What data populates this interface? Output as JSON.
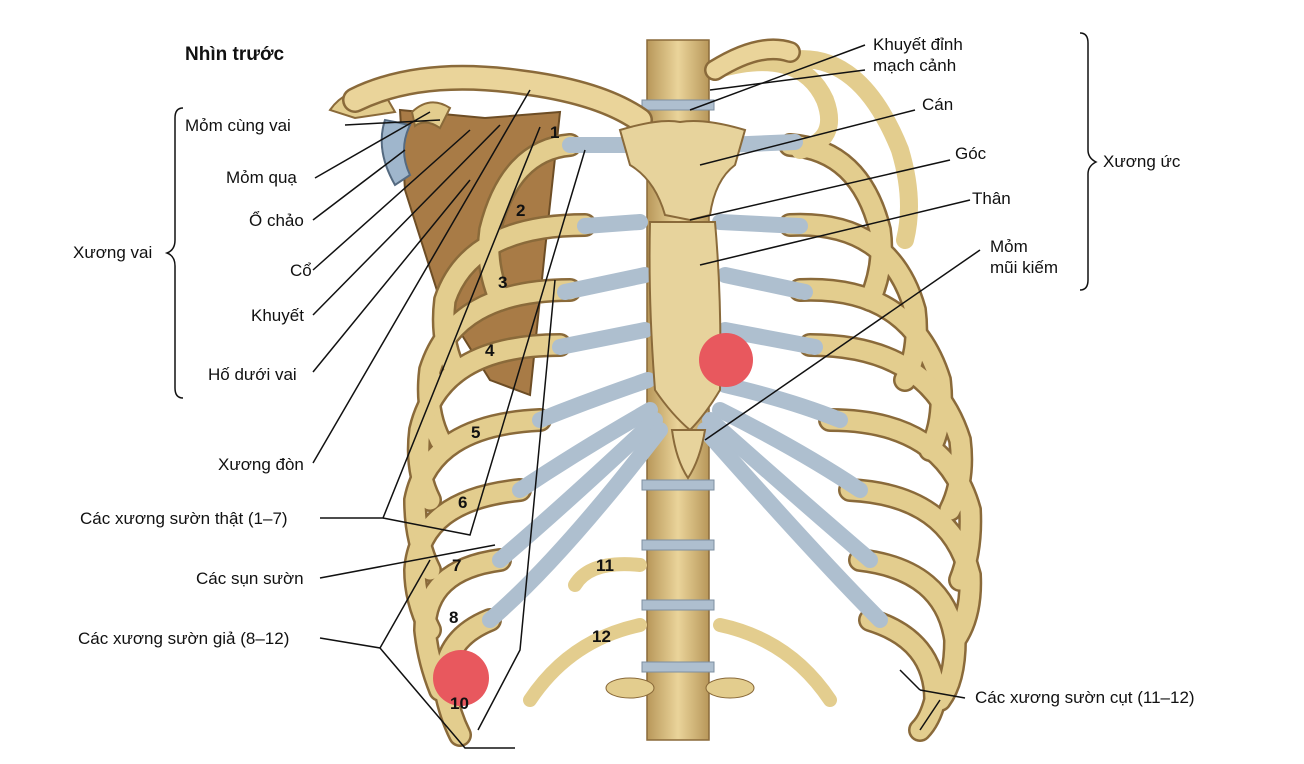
{
  "title": "Nhìn trước",
  "left_labels": {
    "mom_cung_vai": "Mỏm cùng vai",
    "mom_qua": "Mỏm quạ",
    "o_chao": "Ổ chảo",
    "co": "Cổ",
    "khuyet": "Khuyết",
    "ho_duoi_vai": "Hố dưới vai",
    "xuong_vai": "Xương vai",
    "xuong_don": "Xương đòn",
    "suon_that": "Các xương sườn thật (1–7)",
    "sun_suon": "Các sụn sườn",
    "suon_gia": "Các xương sườn giả (8–12)"
  },
  "right_labels": {
    "khuyet_dinh_1": "Khuyết đỉnh",
    "khuyet_dinh_2": "mạch cảnh",
    "can": "Cán",
    "goc": "Góc",
    "than": "Thân",
    "mom_1": "Mỏm",
    "mom_2": "mũi kiếm",
    "xuong_uc": "Xương ức",
    "suon_cut": "Các xương sườn cụt (11–12)"
  },
  "rib_numbers": [
    "1",
    "2",
    "3",
    "4",
    "5",
    "6",
    "7",
    "8",
    "10",
    "11",
    "12"
  ],
  "colors": {
    "bone": "#e3cd8e",
    "bone_dark": "#b8975a",
    "cartilage": "#aebfcf",
    "scapula": "#a87b46",
    "marker": "#e8585e",
    "line": "#111111"
  }
}
